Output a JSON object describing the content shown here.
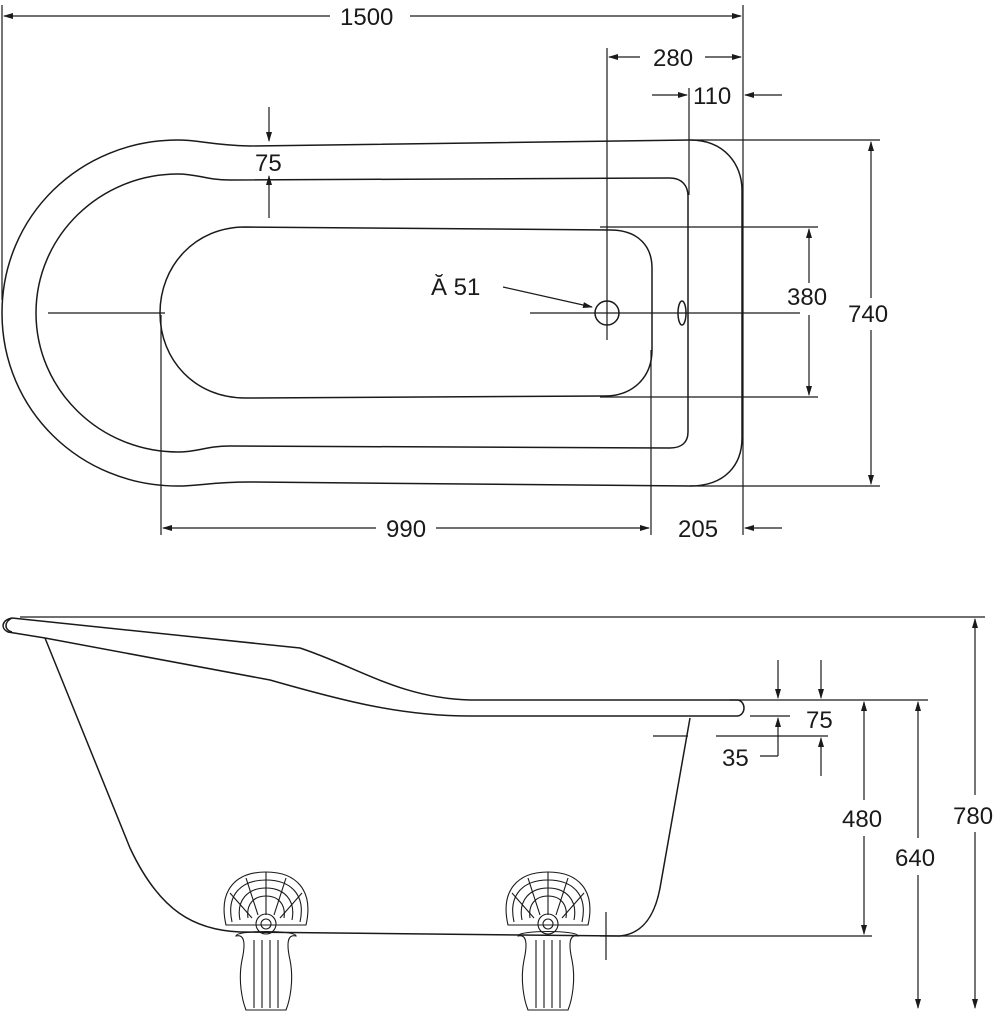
{
  "plan": {
    "overall_length": "1500",
    "waste_offset": "280",
    "overflow_offset": "110",
    "rim_width": "75",
    "waste_diameter": "Ă 51",
    "inner_bottom_width": "380",
    "overall_width": "740",
    "inner_bottom_length": "990",
    "end_offset": "205"
  },
  "elevation": {
    "rim_thickness": "75",
    "rim_lip": "35",
    "tub_body_height": "480",
    "rim_height": "640",
    "total_height": "780"
  }
}
